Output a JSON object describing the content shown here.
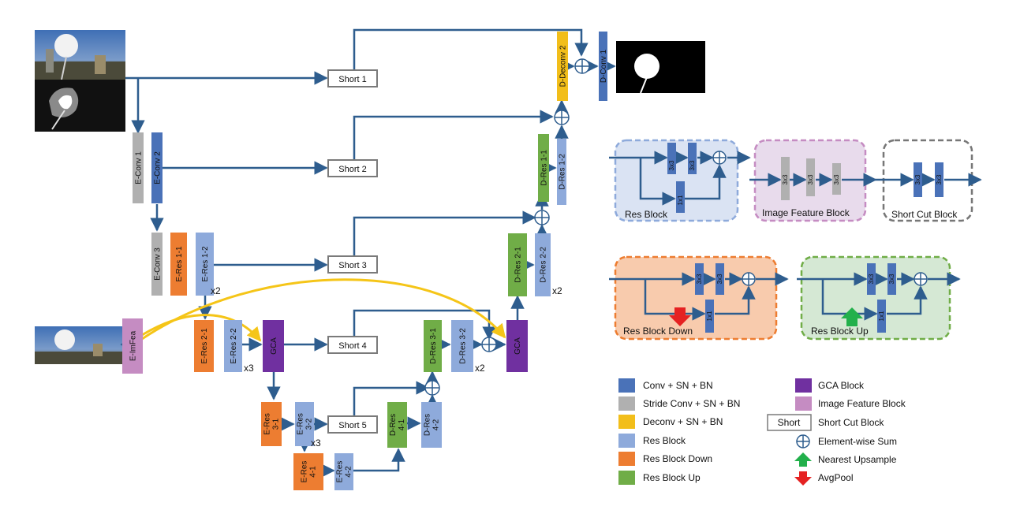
{
  "colors": {
    "conv": "#4a72b8",
    "stride": "#b0b0b0",
    "deconv": "#f2be1a",
    "res": "#8eaadb",
    "down": "#ed7d31",
    "up": "#70ad47",
    "gca": "#7030a0",
    "imfea": "#c58cc2",
    "arrow": "#2e5d8e",
    "yellow_arrow": "#f5c518",
    "short_border": "#7a7a7a"
  },
  "blocks": {
    "e_conv1": "E-Conv 1",
    "e_conv2": "E-Conv 2",
    "e_conv3": "E-Conv 3",
    "e_res1_1": "E-Res 1-1",
    "e_res1_2": "E-Res 1-2",
    "e_imfea": "E-ImFea",
    "e_res2_1": "E-Res 2-1",
    "e_res2_2": "E-Res 2-2",
    "gca1": "GCA",
    "e_res3_1": [
      "E-Res",
      "3-1"
    ],
    "e_res3_2": [
      "E-Res",
      "3-2"
    ],
    "e_res4_1": [
      "E-Res",
      "4-1"
    ],
    "e_res4_2": [
      "E-Res",
      "4-2"
    ],
    "d_res4_1": [
      "D-Res",
      "4-1"
    ],
    "d_res4_2": [
      "D-Res",
      "4-2"
    ],
    "d_res3_1": "D-Res 3-1",
    "d_res3_2": "D-Res 3-2",
    "gca2": "GCA",
    "d_res2_1": "D-Res 2-1",
    "d_res2_2": "D-Res 2-2",
    "d_res1_1": "D-Res 1-1",
    "d_res1_2": "D-Res 1-2",
    "d_deconv2": "D-Deconv 2",
    "d_conv1": "D-Conv 1"
  },
  "shorts": [
    "Short 1",
    "Short 2",
    "Short 3",
    "Short 4",
    "Short 5"
  ],
  "multipliers": {
    "e_res1": "x2",
    "e_res2": "x3",
    "e_res3": "x3",
    "d_res3": "x2",
    "d_res2": "x2"
  },
  "detail_boxes": {
    "res_block": {
      "title": "Res Block",
      "k1": "3x3",
      "k2": "3x3",
      "k3": "1x1"
    },
    "image_feature_block": {
      "title": "Image Feature Block",
      "k1": "3x3",
      "k2": "3x3",
      "k3": "3x3"
    },
    "short_cut_block": {
      "title": "Short Cut Block",
      "k1": "3x3",
      "k2": "3x3"
    },
    "res_block_down": {
      "title": "Res Block Down",
      "k1": "3x3",
      "k2": "3x3",
      "k3": "1x1"
    },
    "res_block_up": {
      "title": "Res Block Up",
      "k1": "3x3",
      "k2": "3x3",
      "k3": "1x1"
    }
  },
  "legend": [
    {
      "label": "Conv + SN + BN",
      "color": "#4a72b8",
      "kind": "swatch"
    },
    {
      "label": "Stride Conv + SN + BN",
      "color": "#b0b0b0",
      "kind": "swatch"
    },
    {
      "label": "Deconv + SN + BN",
      "color": "#f2be1a",
      "kind": "swatch"
    },
    {
      "label": "Res Block",
      "color": "#8eaadb",
      "kind": "swatch"
    },
    {
      "label": "Res Block Down",
      "color": "#ed7d31",
      "kind": "swatch"
    },
    {
      "label": "Res Block Up",
      "color": "#70ad47",
      "kind": "swatch"
    },
    {
      "label": "GCA Block",
      "color": "#7030a0",
      "kind": "swatch"
    },
    {
      "label": "Image Feature Block",
      "color": "#c58cc2",
      "kind": "swatch"
    },
    {
      "label": "Short Cut Block",
      "swatch_text": "Short",
      "kind": "short"
    },
    {
      "label": "Element-wise Sum",
      "kind": "plus-icon"
    },
    {
      "label": "Nearest Upsample",
      "kind": "up-arrow-icon",
      "color": "#22b04b"
    },
    {
      "label": "AvgPool",
      "kind": "down-arrow-icon",
      "color": "#e52222"
    }
  ]
}
